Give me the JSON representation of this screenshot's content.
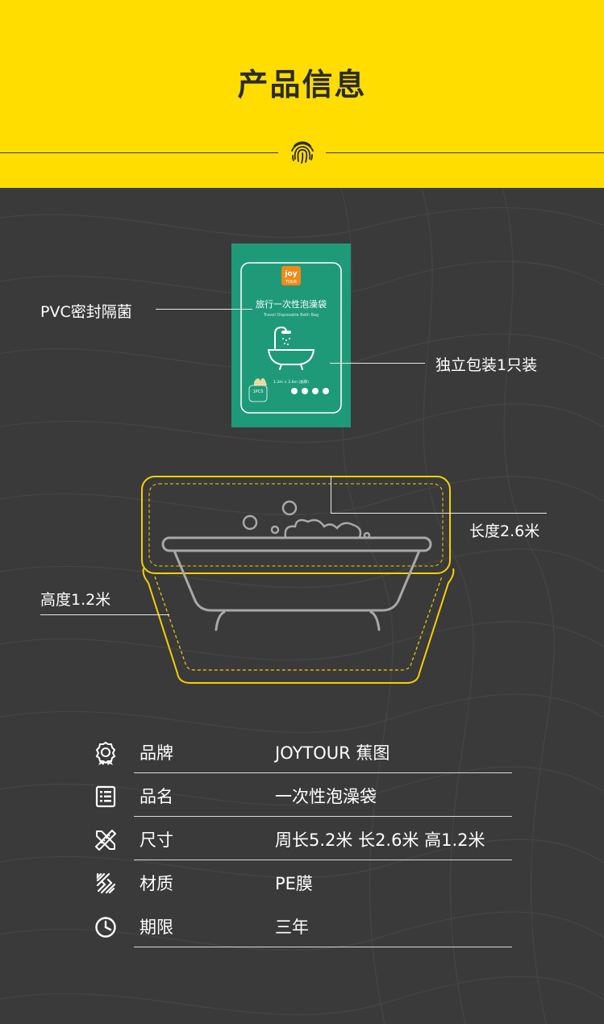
{
  "header": {
    "title": "产品信息",
    "accent_color": "#ffdd00",
    "icon": "fingerprint-icon"
  },
  "packet": {
    "brand_top": "joy",
    "brand_bottom": "TOUR",
    "name": "旅行一次性泡澡袋",
    "name_en": "Travel Disposable Bath Bag",
    "size_text": "1.2m × 2.6m (加厚)",
    "count_text": "1PCS",
    "color": "#1f9a78"
  },
  "callouts": {
    "pvc": "PVC密封隔菌",
    "single_pack": "独立包装1只装",
    "length": "长度2.6米",
    "height": "高度1.2米"
  },
  "specs": [
    {
      "icon": "award-icon",
      "label": "品牌",
      "value": "JOYTOUR 蕉图"
    },
    {
      "icon": "list-icon",
      "label": "品名",
      "value": "一次性泡澡袋"
    },
    {
      "icon": "ruler-pencil-icon",
      "label": "尺寸",
      "value": " 周长5.2米  长2.6米  高1.2米"
    },
    {
      "icon": "material-icon",
      "label": "材质",
      "value": "PE膜"
    },
    {
      "icon": "clock-icon",
      "label": "期限",
      "value": "三年"
    }
  ]
}
